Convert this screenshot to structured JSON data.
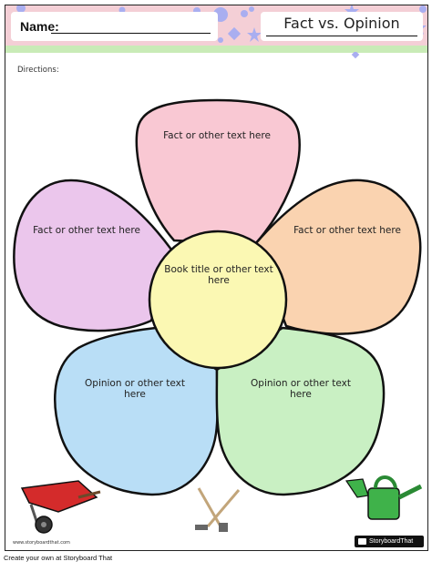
{
  "header": {
    "name_label": "Name:",
    "title": "Fact vs. Opinion"
  },
  "directions_label": "Directions:",
  "petals": {
    "top": "Fact or other text here",
    "left": "Fact or other text here",
    "right": "Fact or other text here",
    "bottom_left": "Opinion or other text here",
    "bottom_right": "Opinion or other text here"
  },
  "center_text": "Book title or other text here",
  "colors": {
    "petal_top": "#f9c8d3",
    "petal_left": "#ebc6ec",
    "petal_right": "#fad3b0",
    "petal_bottom_left": "#b9def6",
    "petal_bottom_right": "#c9f0c3",
    "center": "#fbf8b3",
    "header_pink": "#f4cfd6",
    "header_green": "#c9ebb7",
    "decoration_blue": "#a9aef0"
  },
  "icons": [
    "wheelbarrow-icon",
    "garden-tools-icon",
    "watering-can-icon"
  ],
  "footer": {
    "url": "www.storyboardthat.com",
    "brand": "StoryboardThat"
  },
  "credit": "Create your own at Storyboard That"
}
